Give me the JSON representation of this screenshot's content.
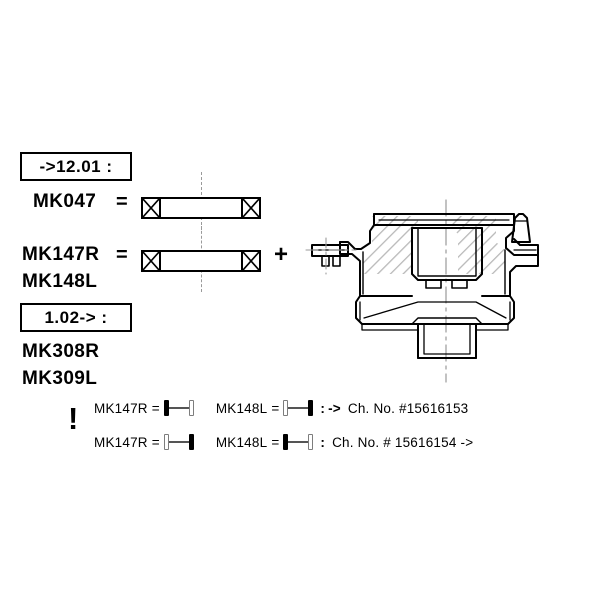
{
  "diagram": {
    "type": "automotive-parts-cross-section",
    "background_color": "#ffffff",
    "line_color": "#000000",
    "centerline_color": "#9a9a9a"
  },
  "periods": [
    {
      "id": "period-1",
      "label": "->12.01 :"
    },
    {
      "id": "period-2",
      "label": "1.02-> :"
    }
  ],
  "part_groups": [
    {
      "period_label": "->12.01 :",
      "codes": [
        "MK047"
      ],
      "operator": "=",
      "symbol": "bushing-bar"
    },
    {
      "period_label": "->12.01 :",
      "codes": [
        "MK147R",
        "MK148L"
      ],
      "operator": "=",
      "symbol": "bushing-bar",
      "suffix_operator": "+"
    },
    {
      "period_label": "1.02-> :",
      "codes": [
        "MK308R",
        "MK309L"
      ]
    }
  ],
  "part_codes": {
    "mk047": "MK047",
    "mk147r": "MK147R",
    "mk148l": "MK148L",
    "mk308r": "MK308R",
    "mk309l": "MK309L"
  },
  "operators": {
    "equals": "=",
    "plus": "+",
    "colon": ":",
    "arrow": "->",
    "warning": "!"
  },
  "note": {
    "warning_glyph": "!",
    "rows": [
      {
        "left_code": "MK147R",
        "left_equals": "=",
        "left_icon": {
          "name": "bushing-solid-left",
          "left_flange": "solid",
          "right_flange": "hollow"
        },
        "right_code": "MK148L",
        "right_equals": "=",
        "right_icon": {
          "name": "bushing-solid-right",
          "left_flange": "hollow",
          "right_flange": "solid"
        },
        "colon": ":",
        "arrow": "->",
        "chassis_text": "Ch. No. #15616153"
      },
      {
        "left_code": "MK147R",
        "left_equals": "=",
        "left_icon": {
          "name": "bushing-hollow-left",
          "left_flange": "hollow",
          "right_flange": "solid"
        },
        "right_code": "MK148L",
        "right_equals": "=",
        "right_icon": {
          "name": "bushing-hollow-right",
          "left_flange": "solid",
          "right_flange": "hollow"
        },
        "colon": ":",
        "arrow": "->",
        "chassis_text": "Ch. No. # 15616154 ->"
      }
    ]
  }
}
